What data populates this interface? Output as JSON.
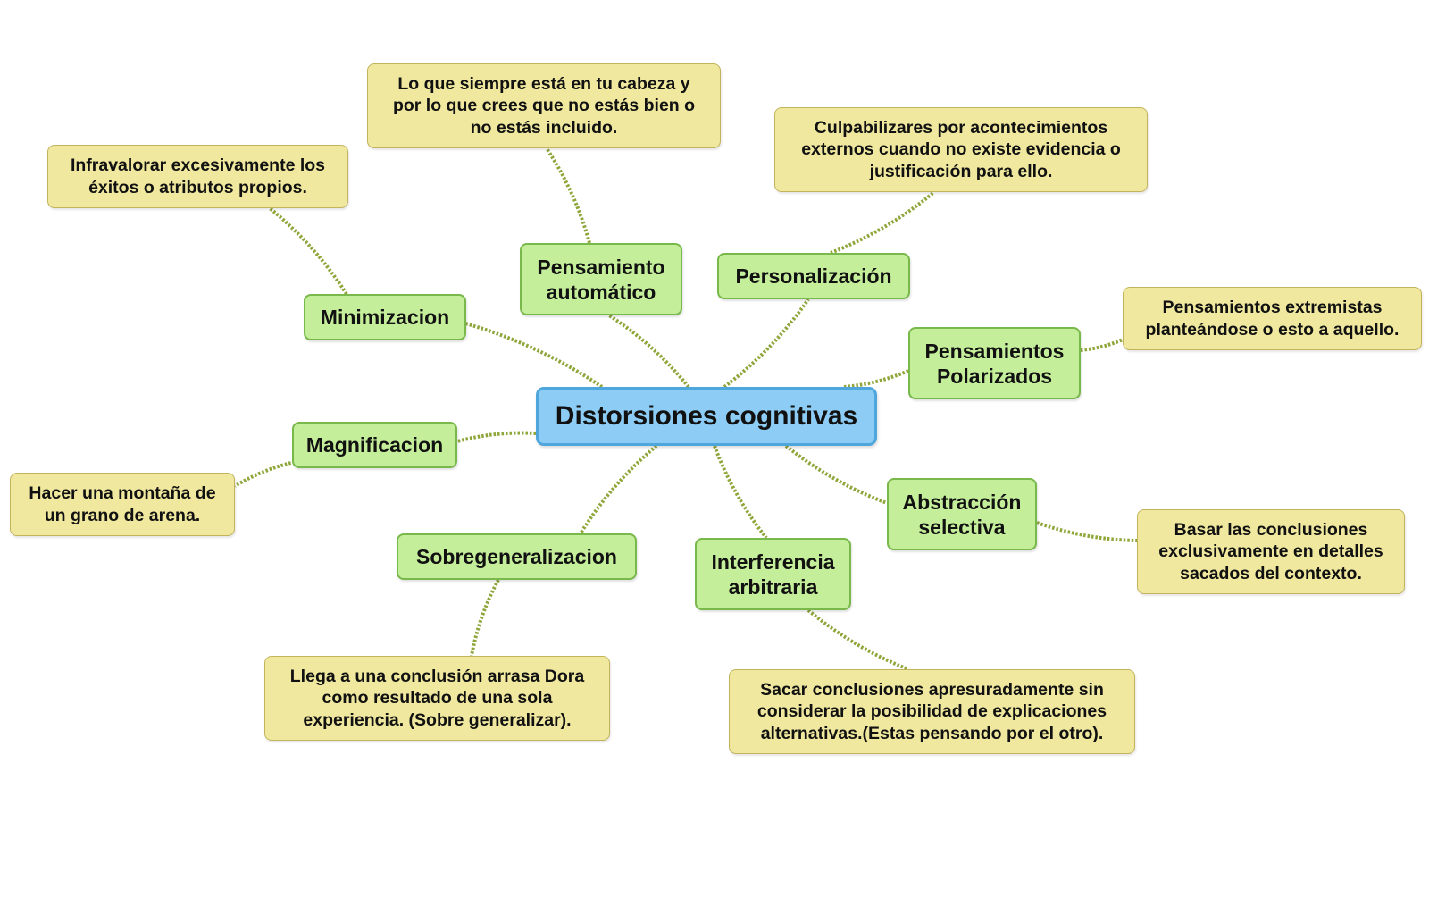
{
  "diagram": {
    "central": "Distorsiones cognitivas",
    "topics": [
      {
        "id": "min",
        "label": "Minimizacion",
        "note": "Infravalorar excesivamente los\néxitos o atributos propios."
      },
      {
        "id": "pa",
        "label": "Pensamiento\nautomático",
        "note": "Lo que siempre está en tu cabeza y\npor lo que crees que no estás bien o\nno estás incluido."
      },
      {
        "id": "per",
        "label": "Personalización",
        "note": "Culpabilizares por acontecimientos\nexternos cuando no existe evidencia o\njustificación para ello."
      },
      {
        "id": "pol",
        "label": "Pensamientos\nPolarizados",
        "note": "Pensamientos extremistas\nplanteándose o esto a aquello."
      },
      {
        "id": "mag",
        "label": "Magnificacion",
        "note": "Hacer una montaña de\nun grano de arena."
      },
      {
        "id": "sob",
        "label": "Sobregeneralizacion",
        "note": "Llega a una conclusión arrasa Dora\ncomo resultado de una sola\nexperiencia. (Sobre generalizar)."
      },
      {
        "id": "int",
        "label": "Interferencia\narbitraria",
        "note": "Sacar conclusiones apresuradamente sin\nconsiderar la posibilidad de explicaciones\nalternativas.(Estas pensando por el otro)."
      },
      {
        "id": "abs",
        "label": "Abstracción\nselectiva",
        "note": "Basar las conclusiones\nexclusivamente en detalles\nsacados del contexto."
      }
    ]
  },
  "colors": {
    "central_fill": "#8dcdf5",
    "central_border": "#4ea6dc",
    "topic_fill": "#c4ee9a",
    "topic_border": "#79b84a",
    "note_fill": "#efe89e",
    "note_border": "#c3b45c",
    "connector": "#8fa63a"
  }
}
